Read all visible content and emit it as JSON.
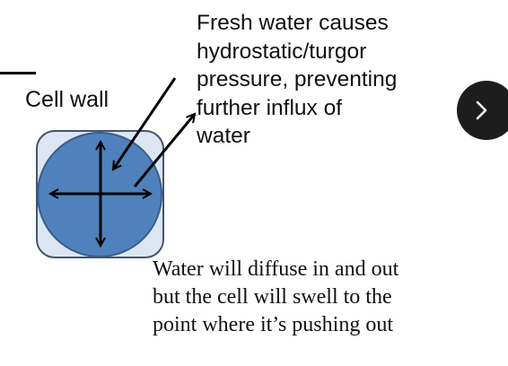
{
  "diagram": {
    "cell_wall_label": "Cell wall",
    "annotation": "Fresh water causes\nhydrostatic/turgor\npressure, preventing\nfurther influx of\nwater",
    "explanation": "Water will diffuse in and out\nbut the cell will swell to the\npoint where it’s pushing out",
    "colors": {
      "cell_wall_fill": "#dce6f2",
      "cell_wall_stroke": "#44546a",
      "cytoplasm_fill": "#4f81bd",
      "cytoplasm_stroke": "#385d8a",
      "arrows": "#000000"
    }
  },
  "navigation": {
    "next_icon": "chevron-right-icon",
    "button_color": "#1d1d1d"
  }
}
